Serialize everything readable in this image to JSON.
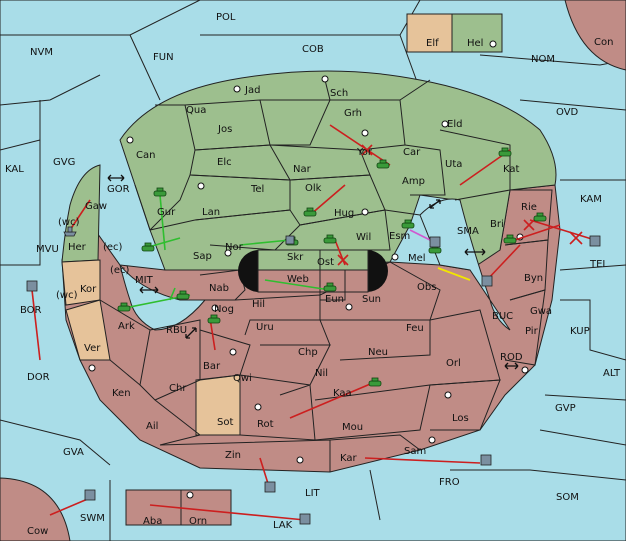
{
  "colors": {
    "sea": "#a9dde8",
    "green_power": "#9dbf8e",
    "red_power": "#c08c86",
    "tan_power": "#e6c39a",
    "order_red": "#cc1f1f",
    "order_green": "#2fbe2f",
    "order_yellow": "#f2e600",
    "order_magenta": "#d05ad0"
  },
  "legend": {
    "left": "Elf",
    "right": "Hel"
  },
  "sea_labels": {
    "POL": "POL",
    "NVM": "NVM",
    "FUN": "FUN",
    "COB": "COB",
    "NOM": "NOM",
    "Con": "Con",
    "OVD": "OVD",
    "KAL": "KAL",
    "GVG": "GVG",
    "KAM": "KAM",
    "GOR": "GOR",
    "MVU": "MVU",
    "SMA": "SMA",
    "TEI": "TEI",
    "MIT": "MIT",
    "BOR": "BOR",
    "RBU": "RBU",
    "BUC": "BUC",
    "KUP": "KUP",
    "DOR": "DOR",
    "ROD": "ROD",
    "ALT": "ALT",
    "GVP": "GVP",
    "GVA": "GVA",
    "FRO": "FRO",
    "LIT": "LIT",
    "SOM": "SOM",
    "SWM": "SWM",
    "Cow": "Cow",
    "LAK": "LAK"
  },
  "green_labels": {
    "Jad": "Jad",
    "Sch": "Sch",
    "Qua": "Qua",
    "Grh": "Grh",
    "Jos": "Jos",
    "Eld": "Eld",
    "Can": "Can",
    "Yor": "Yor",
    "Car": "Car",
    "Elc": "Elc",
    "Nar": "Nar",
    "Uta": "Uta",
    "Kat": "Kat",
    "Amp": "Amp",
    "Tel": "Tel",
    "Olk": "Olk",
    "Gaw": "Gaw",
    "Gur": "Gur",
    "Lan": "Lan",
    "Hug": "Hug",
    "Bri": "Bri",
    "wc": "(wc)",
    "ec": "(ec)",
    "Her": "Her",
    "Nor": "Nor",
    "Skr": "Skr",
    "Wil": "Wil",
    "Esm": "Esm",
    "Sap": "Sap",
    "Web": "Web",
    "Mel": "Mel",
    "Ost": "Ost"
  },
  "red_labels": {
    "Rie": "Rie",
    "Kor": "Kor",
    "ec": "(ec)",
    "wc": "(wc)",
    "Byn": "Byn",
    "Nab": "Nab",
    "Eun": "Eun",
    "Sun": "Sun",
    "Obs": "Obs",
    "Hil": "Hil",
    "Gwa": "Gwa",
    "Ark": "Ark",
    "Nog": "Nog",
    "Pir": "Pir",
    "Uru": "Uru",
    "Feu": "Feu",
    "Ver": "Ver",
    "Chp": "Chp",
    "Neu": "Neu",
    "Bar": "Bar",
    "Qwi": "Qwi",
    "Orl": "Orl",
    "Nil": "Nil",
    "Ken": "Ken",
    "Chr": "Chr",
    "Kaa": "Kaa",
    "Ail": "Ail",
    "Sot": "Sot",
    "Rot": "Rot",
    "Mou": "Mou",
    "Los": "Los",
    "Sam": "Sam",
    "Zin": "Zin",
    "Kar": "Kar",
    "Aba": "Aba",
    "Orn": "Orn"
  },
  "icons": {
    "army": "tank-army-icon",
    "fleet": "ship-fleet-icon",
    "supply": "supply-center-icon",
    "void": "cross-void-icon",
    "convoy": "double-arrow-convoy-icon"
  }
}
